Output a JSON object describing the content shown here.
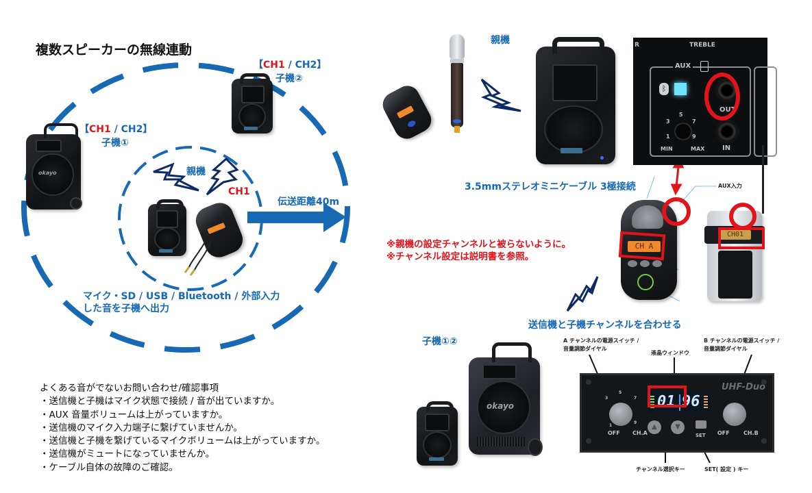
{
  "title": "複数スピーカーの無線連動",
  "left_diagram": {
    "slave2": {
      "bracket_open": "【",
      "ch1": "CH1",
      "sep": " / ",
      "ch2": "CH2",
      "bracket_close": "】",
      "label": "子機②"
    },
    "slave1": {
      "bracket_open": "【",
      "ch1": "CH1",
      "sep": " / ",
      "ch2": "CH2",
      "bracket_close": "】",
      "label": "子機①"
    },
    "master_label": "親機",
    "master_channel": "CH1",
    "distance_label": "伝送距離40m",
    "output_note_line1": "マイク・SD / USB / Bluetooth / 外部入力",
    "output_note_line2": "した音を子機へ出力",
    "speaker_logo": "okayo"
  },
  "checklist": {
    "heading": "よくある音がでないお問い合わせ/確認事項",
    "items": [
      "・送信機と子機はマイク状態で接続 / 音が出ていますか。",
      "・AUX 音量ボリュームは上がっていますか。",
      "・送信機のマイク入力端子に繋げていませんか。",
      "・送信機と子機を繋げているマイクボリュームは上がっていますか。",
      "・送信機がミュートになっていませんか。",
      "・ケーブル自体の故障のご確認。"
    ]
  },
  "right_top": {
    "master_label": "親機",
    "aux_panel": {
      "treble": "TREBLE",
      "edge_letter": "R",
      "aux": "AUX",
      "out": "OUT",
      "in": "IN",
      "min": "MIN",
      "max": "MAX",
      "dial_marks": [
        "1",
        "3",
        "5",
        "7",
        "9"
      ],
      "bluetooth_icon": "bluetooth-icon"
    },
    "cable_label": "3.5mmステレオミニケーブル 3極接続",
    "aux_input_label": "AUX入力",
    "warning_line1": "※親機の設定チャンネルと被らないように。",
    "warning_line2": "※チャンネル設定は説明書を参照。",
    "transmitter_lcd": "CH A",
    "bodypack_lcd": "CH01",
    "match_label": "送信機と子機チャンネルを合わせる"
  },
  "right_bottom": {
    "slave_label": "子機①②",
    "speaker_logo": "okayo",
    "callout_a": [
      "A チャンネルの電源スイッチ /",
      "音量調節ダイヤル"
    ],
    "callout_b": [
      "B チャンネルの電源スイッチ /",
      "音量調節ダイヤル"
    ],
    "lcd_window_label": "液晶ウィンドウ",
    "channel_key_label": "チャンネル選択キー",
    "set_key_label": "SET( 設定 ) キー",
    "panel": {
      "brand": "UHF-Duo",
      "display_left": "01",
      "display_right": "96",
      "off_a": "OFF",
      "ch_a": "CH.A",
      "off_b": "OFF",
      "ch_b": "CH.B",
      "set": "SET",
      "dial_marks": [
        "1",
        "3",
        "5",
        "7",
        "9"
      ]
    }
  },
  "colors": {
    "accent_blue": "#1769b3",
    "alert_red": "#e0141b",
    "bolt_navy": "#0d2a66"
  }
}
